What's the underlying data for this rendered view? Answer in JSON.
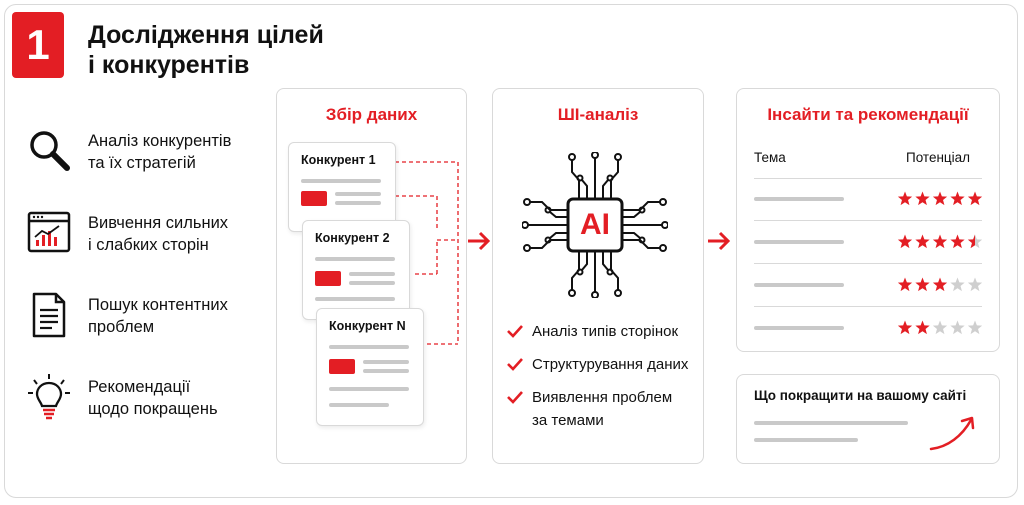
{
  "header": {
    "step_number": "1",
    "title_line1": "Дослідження цілей",
    "title_line2": "і конкурентів"
  },
  "left_items": [
    {
      "icon": "magnifier-icon",
      "line1": "Аналіз конкурентів",
      "line2": "та їх стратегій"
    },
    {
      "icon": "bar-chart-window-icon",
      "line1": "Вивчення сильних",
      "line2": "і слабких сторін"
    },
    {
      "icon": "document-icon",
      "line1": "Пошук контентних",
      "line2": "проблем"
    },
    {
      "icon": "lightbulb-icon",
      "line1": "Рекомендації",
      "line2": "щодо покращень"
    }
  ],
  "collect": {
    "title": "Збір даних",
    "competitors": [
      "Конкурент 1",
      "Конкурент 2",
      "Конкурент N"
    ]
  },
  "ai": {
    "title": "ШІ-аналіз",
    "chip_label": "AI",
    "checks": [
      {
        "line1": "Аналіз типів сторінок",
        "line2": ""
      },
      {
        "line1": "Структурування даних",
        "line2": ""
      },
      {
        "line1": "Виявлення проблем",
        "line2": "за темами"
      }
    ]
  },
  "insights": {
    "title": "Інсайти та рекомендації",
    "col_topic": "Тема",
    "col_potential": "Потенціал",
    "ratings": [
      5,
      4.5,
      3,
      2
    ],
    "max_rating": 5
  },
  "improve": {
    "title": "Що покращити на вашому сайті"
  },
  "colors": {
    "accent": "#e31e24",
    "muted": "#c9c9c9",
    "border": "#d9d9d9",
    "text": "#111111"
  }
}
